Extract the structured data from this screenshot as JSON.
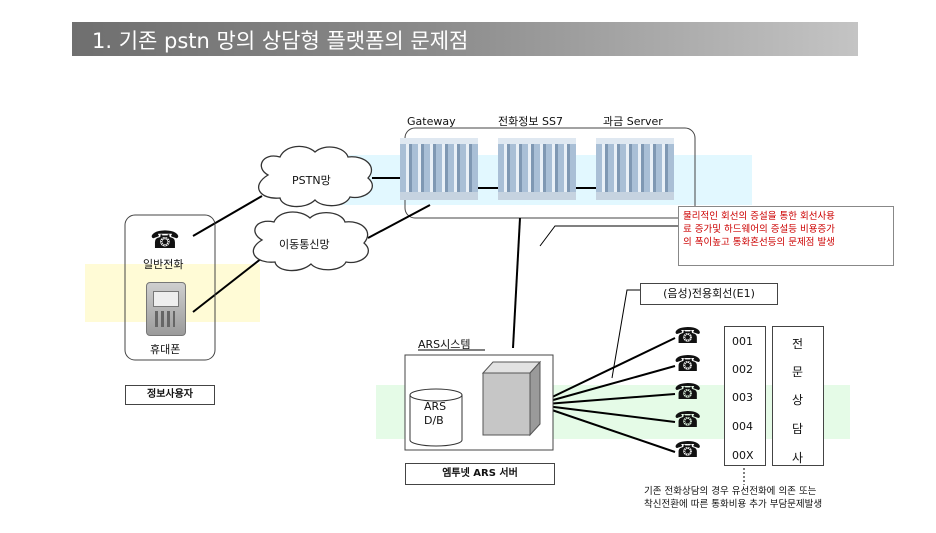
{
  "title": "1. 기존 pstn 망의 상담형 플랫폼의 문제점",
  "servers": {
    "gateway": "Gateway",
    "ss7": "전화정보 SS7",
    "billing": "과금 Server"
  },
  "clouds": {
    "pstn": "PSTN망",
    "mobile": "이동통신망"
  },
  "user": {
    "landline": "일반전화",
    "mobile": "휴대폰",
    "caption": "정보사용자"
  },
  "problem_note": {
    "line1": "물리적인 회선의 증설을 통한 회선사용",
    "line2": "료 증가및 하드웨어의 증설등 비용증가",
    "line3": "의 폭이높고 통화혼선등의 문제점 발생"
  },
  "dedicated_line": "(음성)전용회선(E1)",
  "ars": {
    "system_label": "ARS시스템",
    "db_line1": "ARS",
    "db_line2": "D/B",
    "caption": "엠투넷 ARS 서버"
  },
  "channels": [
    "001",
    "002",
    "003",
    "004",
    "00X"
  ],
  "counselor": [
    "전",
    "문",
    "상",
    "담",
    "사"
  ],
  "bottom_note": {
    "line1": "기존 전화상담의 경우 유선전화에 의존 또는",
    "line2": "착신전환에 따른 통화비용 추가 부담문제발생"
  }
}
